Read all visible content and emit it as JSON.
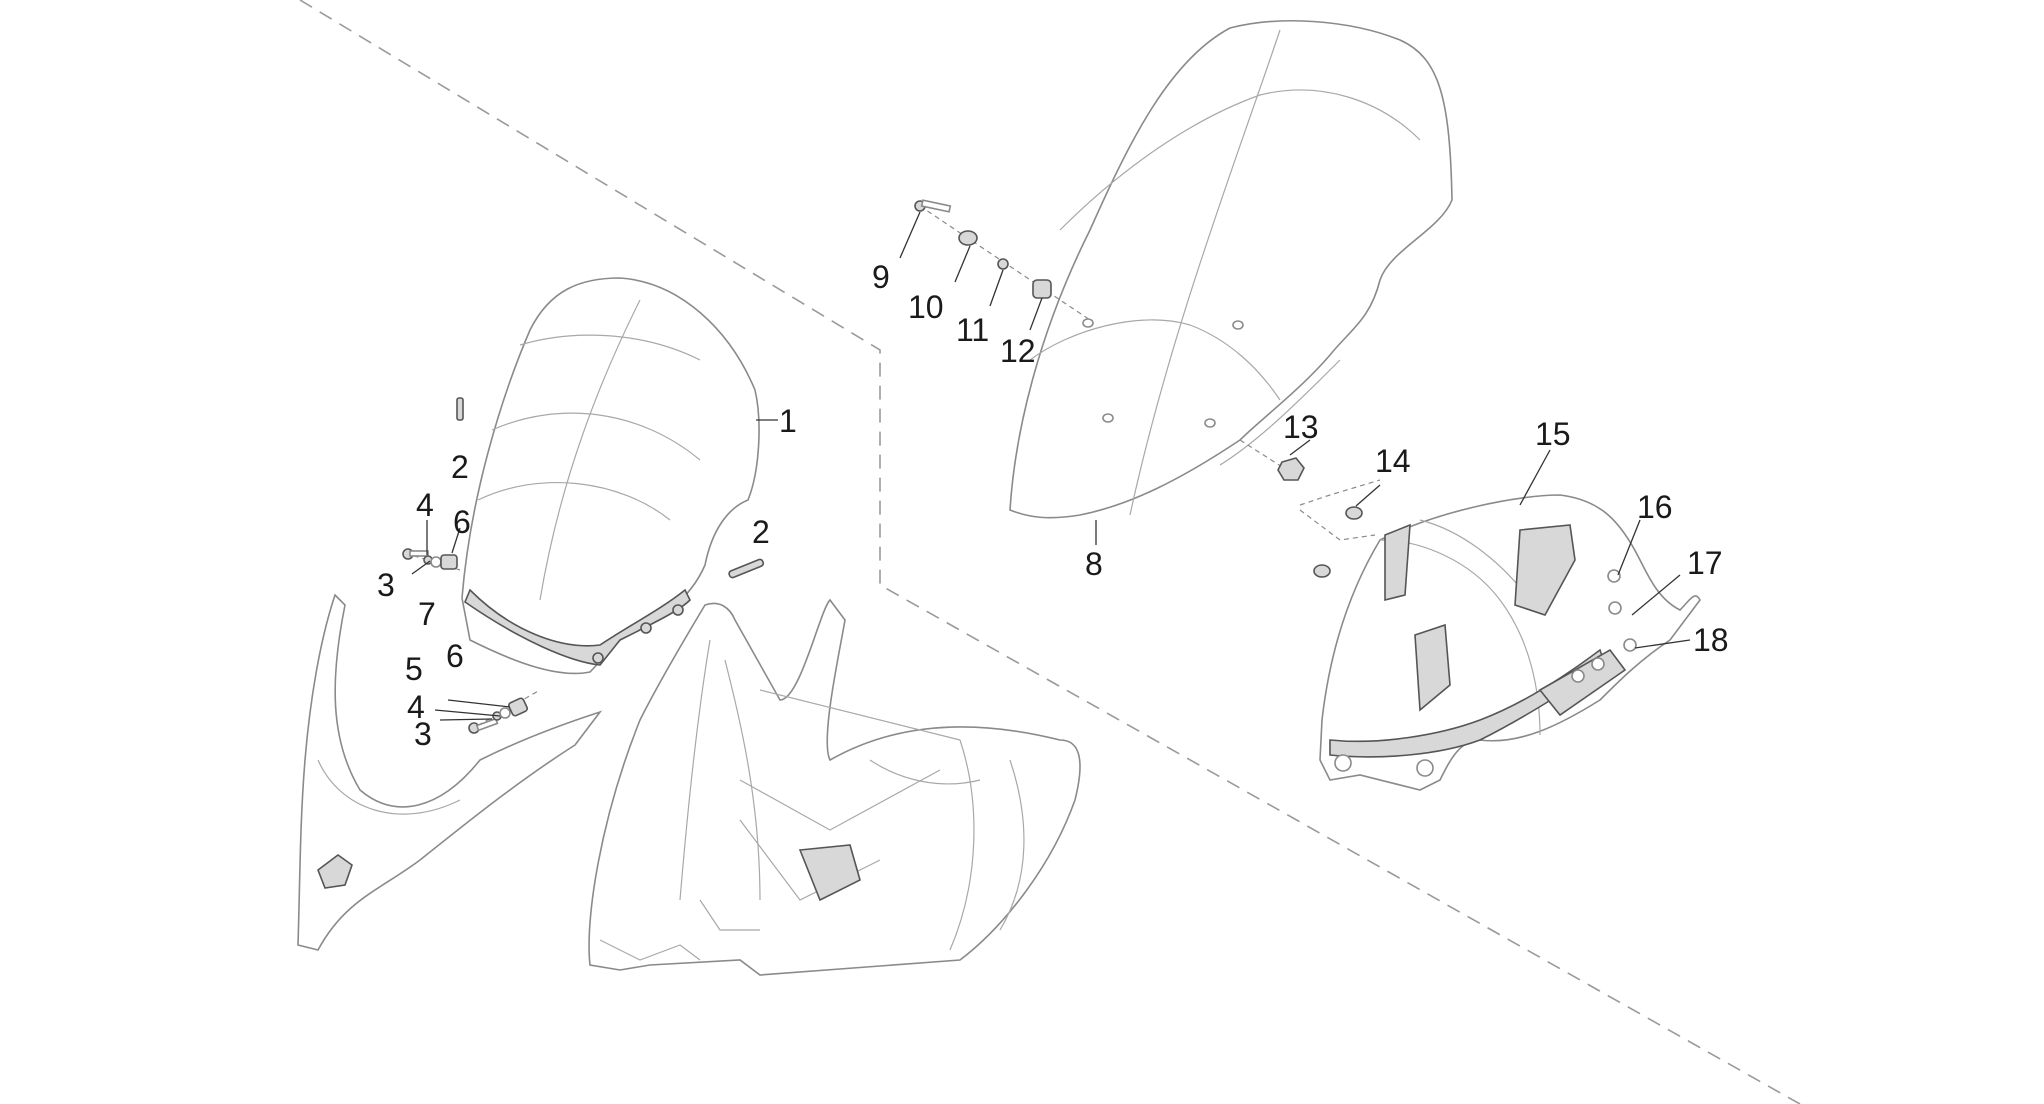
{
  "diagram": {
    "callouts": [
      {
        "id": "c1",
        "text": "1"
      },
      {
        "id": "c2a",
        "text": "2"
      },
      {
        "id": "c2b",
        "text": "2"
      },
      {
        "id": "c3a",
        "text": "3"
      },
      {
        "id": "c3b",
        "text": "3"
      },
      {
        "id": "c4a",
        "text": "4"
      },
      {
        "id": "c4b",
        "text": "4"
      },
      {
        "id": "c5",
        "text": "5"
      },
      {
        "id": "c6a",
        "text": "6"
      },
      {
        "id": "c6b",
        "text": "6"
      },
      {
        "id": "c7",
        "text": "7"
      },
      {
        "id": "c8",
        "text": "8"
      },
      {
        "id": "c9",
        "text": "9"
      },
      {
        "id": "c10",
        "text": "10"
      },
      {
        "id": "c11",
        "text": "11"
      },
      {
        "id": "c12",
        "text": "12"
      },
      {
        "id": "c13",
        "text": "13"
      },
      {
        "id": "c14",
        "text": "14"
      },
      {
        "id": "c15",
        "text": "15"
      },
      {
        "id": "c16",
        "text": "16"
      },
      {
        "id": "c17",
        "text": "17"
      },
      {
        "id": "c18",
        "text": "18"
      }
    ]
  }
}
